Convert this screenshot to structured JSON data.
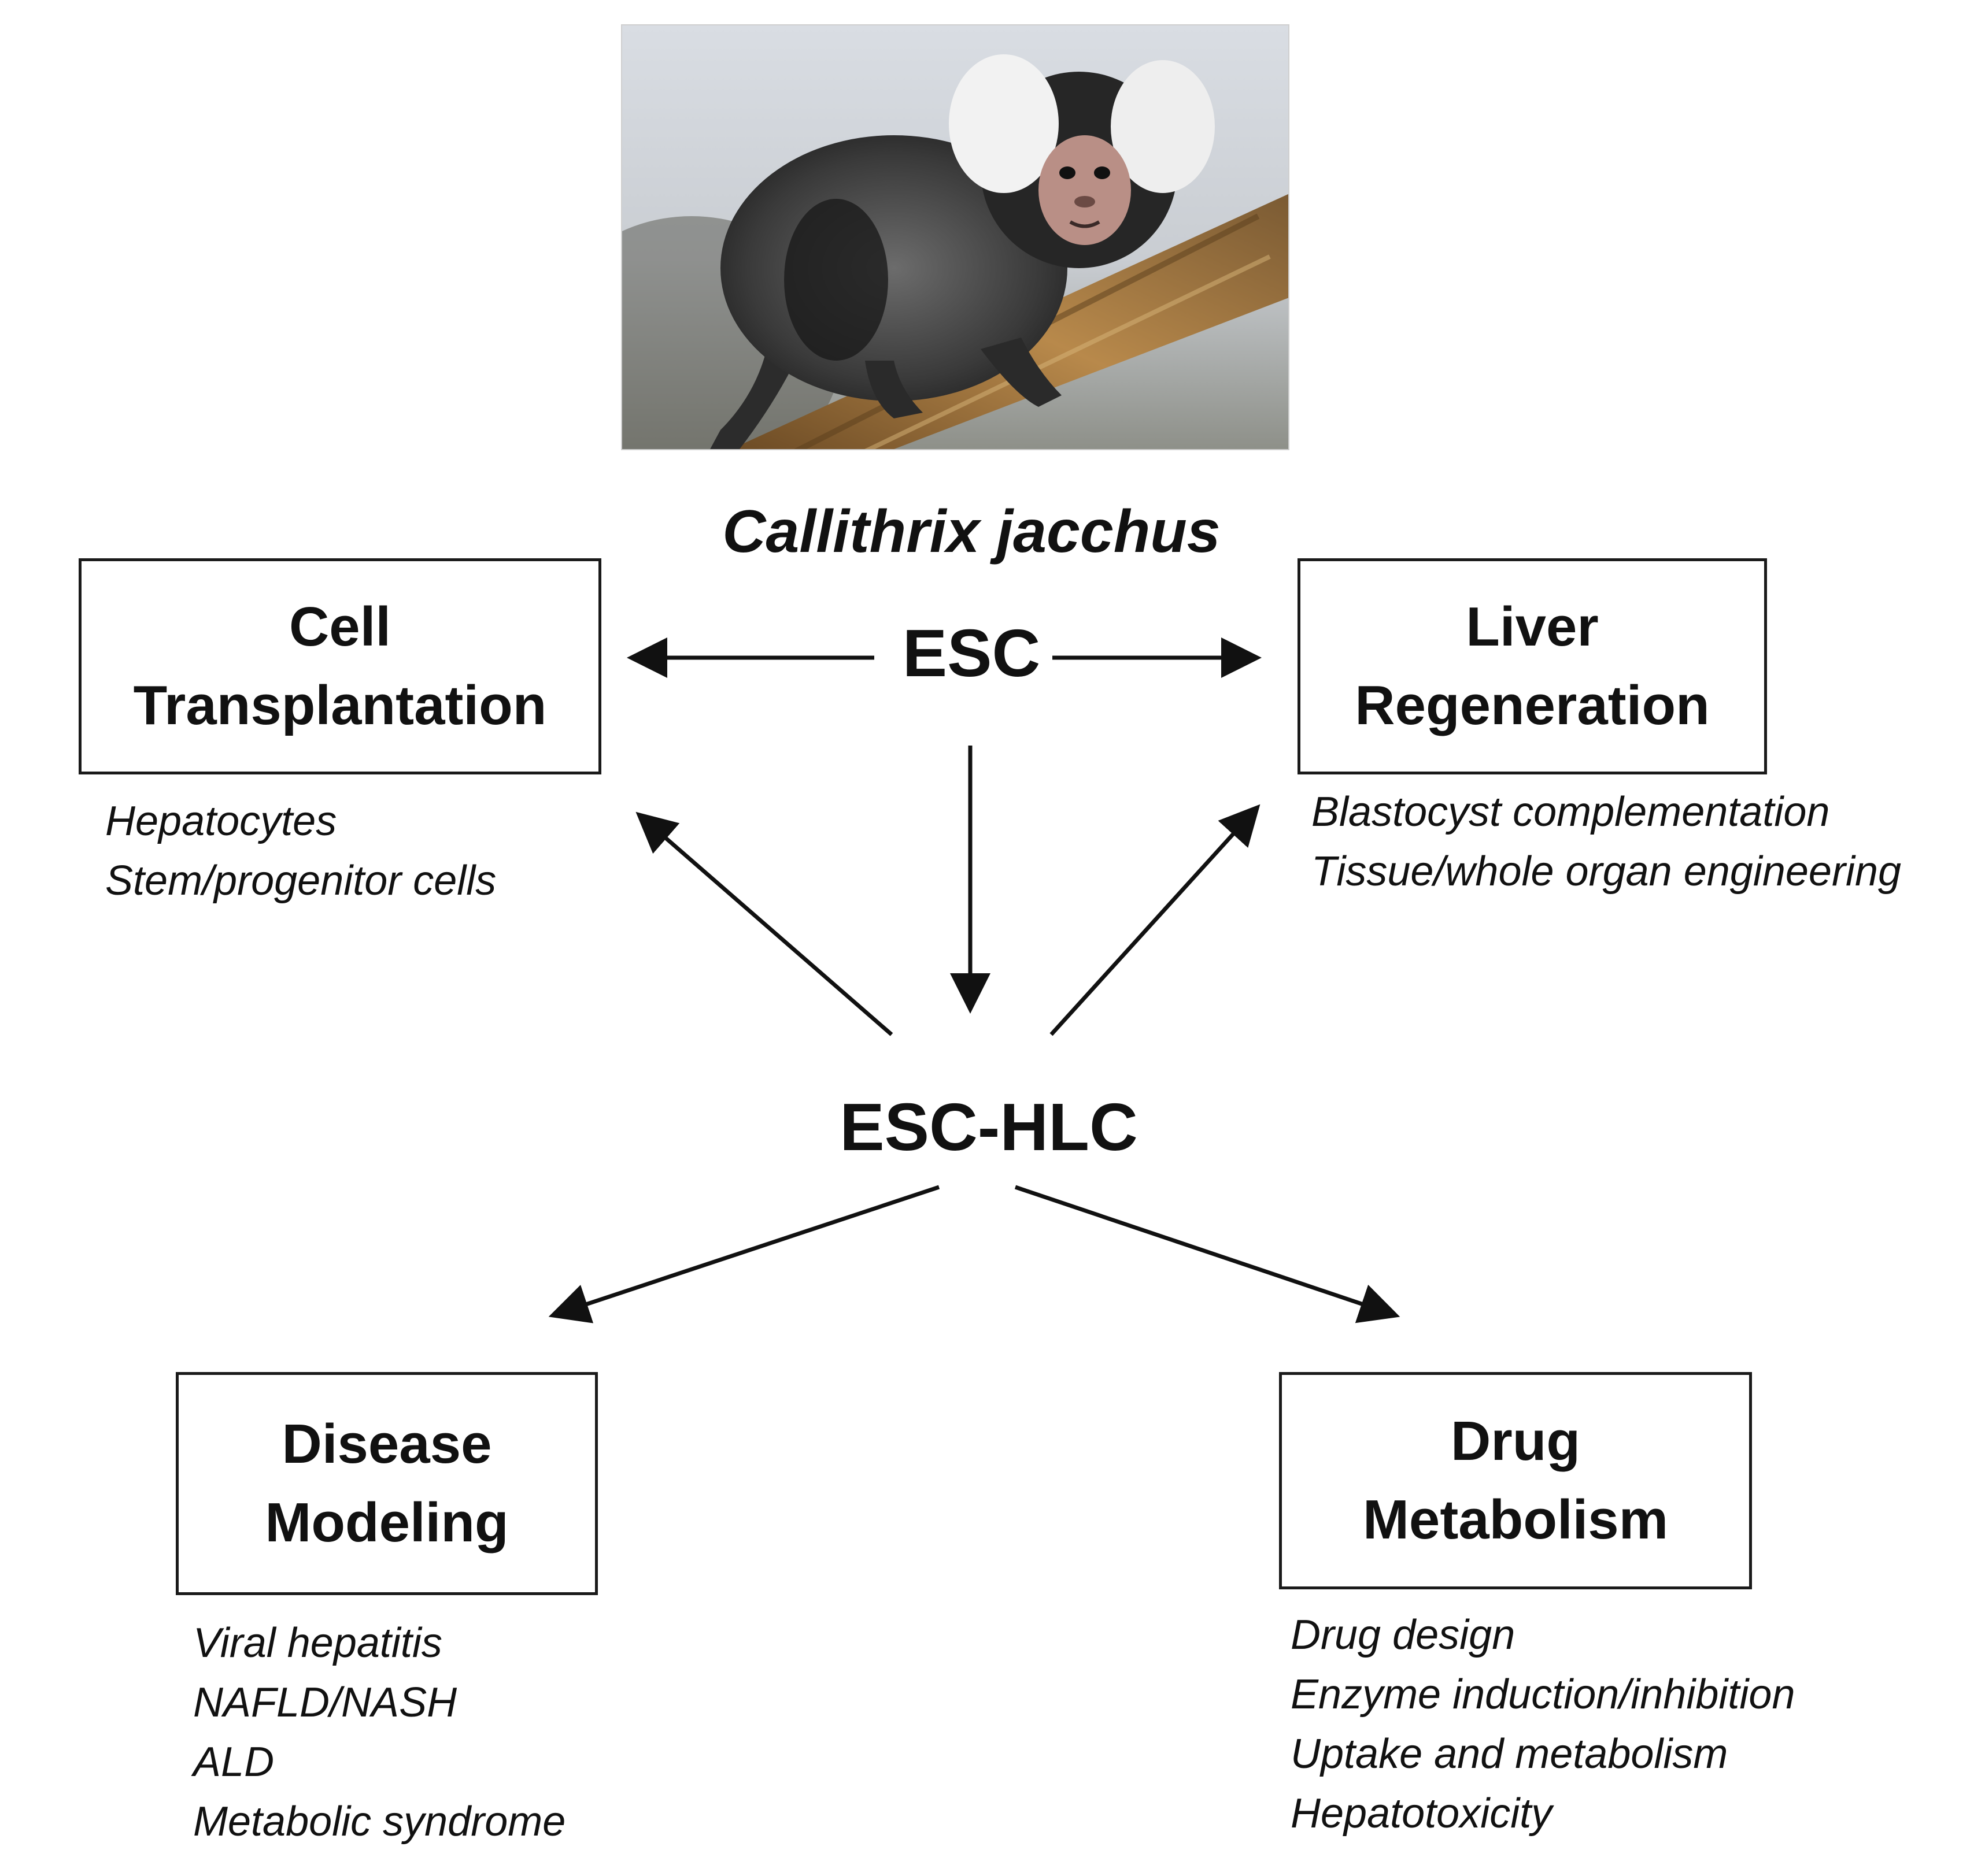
{
  "species": "Callithrix jacchus",
  "photo_icon": "marmoset-photo",
  "nodes": {
    "esc": "ESC",
    "esc_hlc": "ESC-HLC"
  },
  "boxes": {
    "cell_transplantation": {
      "line1": "Cell",
      "line2": "Transplantation",
      "items": [
        "Hepatocytes",
        "Stem/progenitor cells"
      ]
    },
    "liver_regeneration": {
      "line1": "Liver",
      "line2": "Regeneration",
      "items": [
        "Blastocyst complementation",
        "Tissue/whole organ engineering"
      ]
    },
    "disease_modeling": {
      "line1": "Disease",
      "line2": "Modeling",
      "items": [
        "Viral hepatitis",
        "NAFLD/NASH",
        "ALD",
        "Metabolic syndrome"
      ]
    },
    "drug_metabolism": {
      "line1": "Drug",
      "line2": "Metabolism",
      "items": [
        "Drug design",
        "Enzyme induction/inhibition",
        "Uptake and metabolism",
        "Hepatotoxicity"
      ]
    }
  },
  "colors": {
    "arrow": "#111111",
    "box_border": "#1a1a1a"
  }
}
